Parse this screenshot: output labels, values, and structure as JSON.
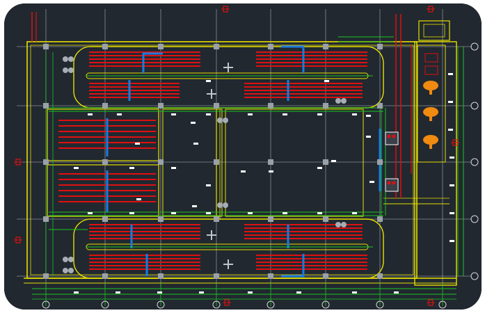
{
  "colors": {
    "background": "#212830",
    "frame": "#000000",
    "wall_yellow": "#e8e000",
    "grid_gray": "#8a8f96",
    "pipe_red": "#e01010",
    "pipe_blue": "#1a7be0",
    "pipe_green": "#19c81e",
    "tank_orange": "#f08a10",
    "annotation_white": "#ffffff"
  },
  "icons": {
    "axis_bubble": "circle-with-letter",
    "section_mark": "red-section-marker",
    "pump": "pump-symbol",
    "valve": "valve-symbol",
    "tank": "orange-tank-symbol"
  }
}
